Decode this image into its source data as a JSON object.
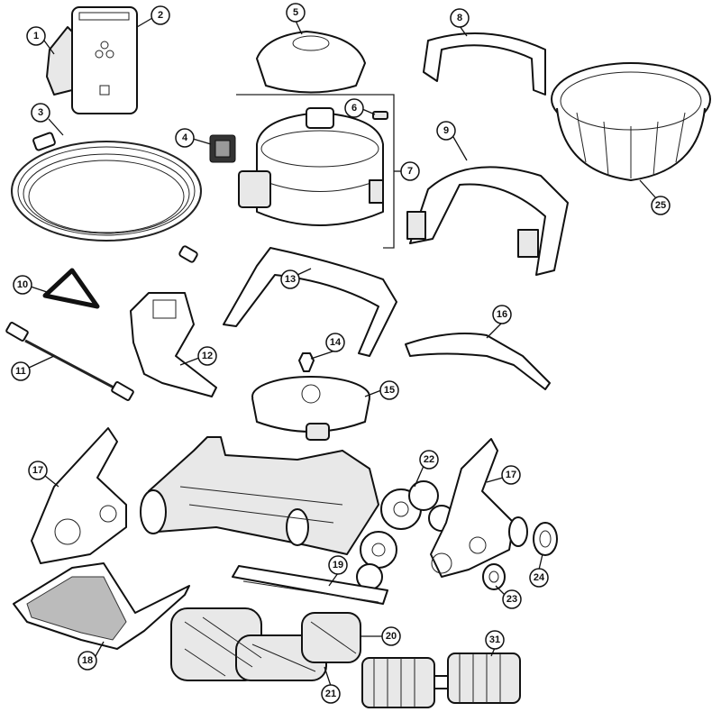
{
  "diagram": {
    "type": "exploded-parts-diagram",
    "callouts": {
      "c1": "1",
      "c2": "2",
      "c3": "3",
      "c4": "4",
      "c5": "5",
      "c6": "6",
      "c7": "7",
      "c8": "8",
      "c9": "9",
      "c10": "10",
      "c11": "11",
      "c12": "12",
      "c13": "13",
      "c14": "14",
      "c15": "15",
      "c16": "16",
      "c17a": "17",
      "c17b": "17",
      "c18": "18",
      "c19": "19",
      "c20": "20",
      "c21": "21",
      "c22": "22",
      "c23": "23",
      "c24": "24",
      "c25": "25",
      "c31": "31"
    }
  }
}
